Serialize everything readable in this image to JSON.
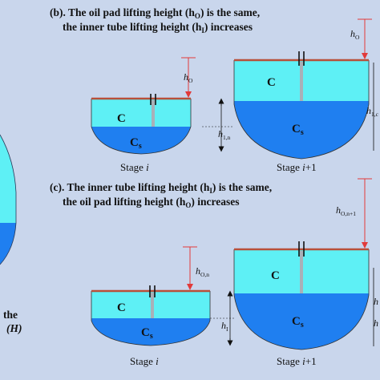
{
  "colors": {
    "background": "#c9d6ec",
    "oil_zone": "#5ef0f5",
    "lower_zone": "#1f7ff0",
    "oil_pad": "#b8503a",
    "tube": "#a9b0b8",
    "arrow": "#e23a3a"
  },
  "panel_b": {
    "caption_line1": "(b). The oil pad lifting height (h",
    "caption_sub1": "O",
    "caption_mid1": ") is the same,",
    "caption_line2": "the inner tube lifting height (h",
    "caption_sub2": "I",
    "caption_mid2": ") increases",
    "stage_left": "Stage i",
    "stage_right": "Stage i+1",
    "zone_upper": "C",
    "zone_lower": "C",
    "zone_lower_sub": "s",
    "label_ho": "h",
    "label_ho_sub": "O",
    "label_hi_n": "h",
    "label_hi_n_sub": "1,n",
    "label_hi_r": "h",
    "label_hi_r_sub": "1,c"
  },
  "panel_c": {
    "caption_line1": "(c). The inner tube lifting height (h",
    "caption_sub1": "I",
    "caption_mid1": ") is the same,",
    "caption_line2": "the oil pad lifting height (h",
    "caption_sub2": "O",
    "caption_mid2": ") increases",
    "stage_left": "Stage i",
    "stage_right": "Stage i+1",
    "zone_upper": "C",
    "zone_lower": "C",
    "zone_lower_sub": "s",
    "label_ho_n": "h",
    "label_ho_n_sub": "O,n",
    "label_ho_r": "h",
    "label_ho_r_sub": "O,n+1",
    "label_hi": "h",
    "label_hi_sub": "I"
  },
  "left_fragment": {
    "text_the": "the",
    "text_h": "(H)"
  }
}
